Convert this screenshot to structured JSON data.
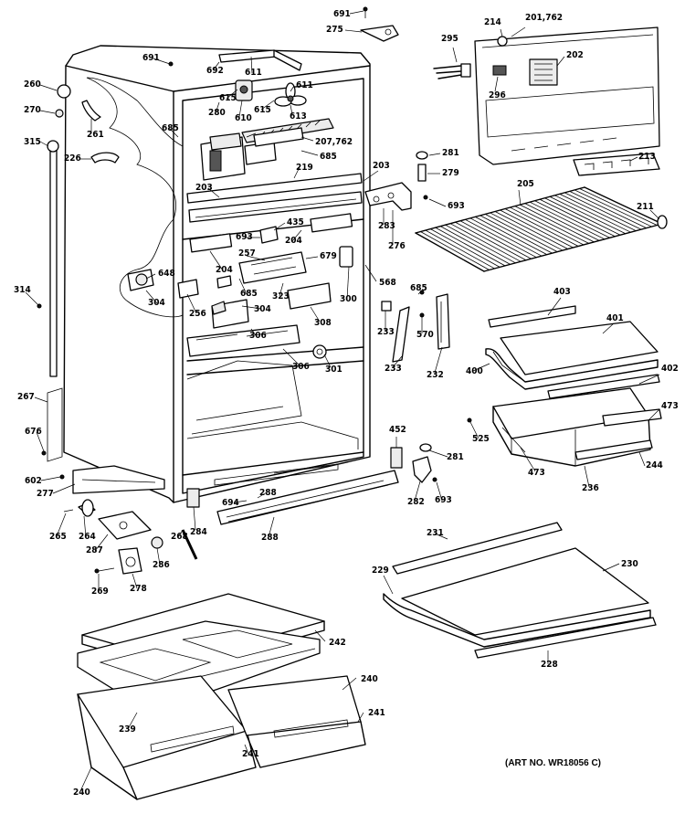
{
  "art_number": "(ART NO. WR18056 C)",
  "callouts": [
    {
      "id": "691a",
      "text": "691"
    },
    {
      "id": "275",
      "text": "275"
    },
    {
      "id": "214",
      "text": "214"
    },
    {
      "id": "201_762",
      "text": "201,762"
    },
    {
      "id": "295",
      "text": "295"
    },
    {
      "id": "202",
      "text": "202"
    },
    {
      "id": "296",
      "text": "296"
    },
    {
      "id": "691b",
      "text": "691"
    },
    {
      "id": "692",
      "text": "692"
    },
    {
      "id": "611a",
      "text": "611"
    },
    {
      "id": "611b",
      "text": "611"
    },
    {
      "id": "260",
      "text": "260"
    },
    {
      "id": "270",
      "text": "270"
    },
    {
      "id": "615a",
      "text": "615"
    },
    {
      "id": "615b",
      "text": "615"
    },
    {
      "id": "610",
      "text": "610"
    },
    {
      "id": "613",
      "text": "613"
    },
    {
      "id": "280",
      "text": "280"
    },
    {
      "id": "261",
      "text": "261"
    },
    {
      "id": "685a",
      "text": "685"
    },
    {
      "id": "207_762",
      "text": "207,762"
    },
    {
      "id": "315",
      "text": "315"
    },
    {
      "id": "226",
      "text": "226"
    },
    {
      "id": "685b",
      "text": "685"
    },
    {
      "id": "281a",
      "text": "281"
    },
    {
      "id": "279",
      "text": "279"
    },
    {
      "id": "213",
      "text": "213"
    },
    {
      "id": "219",
      "text": "219"
    },
    {
      "id": "203a",
      "text": "203"
    },
    {
      "id": "203b",
      "text": "203"
    },
    {
      "id": "693a",
      "text": "693"
    },
    {
      "id": "205",
      "text": "205"
    },
    {
      "id": "211",
      "text": "211"
    },
    {
      "id": "283",
      "text": "283"
    },
    {
      "id": "435",
      "text": "435"
    },
    {
      "id": "276",
      "text": "276"
    },
    {
      "id": "693b",
      "text": "693"
    },
    {
      "id": "204a",
      "text": "204"
    },
    {
      "id": "257",
      "text": "257"
    },
    {
      "id": "679",
      "text": "679"
    },
    {
      "id": "204b",
      "text": "204"
    },
    {
      "id": "648",
      "text": "648"
    },
    {
      "id": "568",
      "text": "568"
    },
    {
      "id": "314",
      "text": "314"
    },
    {
      "id": "685c",
      "text": "685"
    },
    {
      "id": "685d",
      "text": "685"
    },
    {
      "id": "323",
      "text": "323"
    },
    {
      "id": "403",
      "text": "403"
    },
    {
      "id": "304a",
      "text": "304"
    },
    {
      "id": "256",
      "text": "256"
    },
    {
      "id": "304b",
      "text": "304"
    },
    {
      "id": "300",
      "text": "300"
    },
    {
      "id": "233a",
      "text": "233"
    },
    {
      "id": "570",
      "text": "570"
    },
    {
      "id": "401",
      "text": "401"
    },
    {
      "id": "308",
      "text": "308"
    },
    {
      "id": "306a",
      "text": "306"
    },
    {
      "id": "233b",
      "text": "233"
    },
    {
      "id": "232",
      "text": "232"
    },
    {
      "id": "400",
      "text": "400"
    },
    {
      "id": "402",
      "text": "402"
    },
    {
      "id": "306b",
      "text": "306"
    },
    {
      "id": "301",
      "text": "301"
    },
    {
      "id": "267",
      "text": "267"
    },
    {
      "id": "473a",
      "text": "473"
    },
    {
      "id": "676",
      "text": "676"
    },
    {
      "id": "452",
      "text": "452"
    },
    {
      "id": "525",
      "text": "525"
    },
    {
      "id": "281b",
      "text": "281"
    },
    {
      "id": "473b",
      "text": "473"
    },
    {
      "id": "244",
      "text": "244"
    },
    {
      "id": "602",
      "text": "602"
    },
    {
      "id": "277",
      "text": "277"
    },
    {
      "id": "236",
      "text": "236"
    },
    {
      "id": "288a",
      "text": "288"
    },
    {
      "id": "694",
      "text": "694"
    },
    {
      "id": "282",
      "text": "282"
    },
    {
      "id": "693c",
      "text": "693"
    },
    {
      "id": "265",
      "text": "265"
    },
    {
      "id": "264",
      "text": "264"
    },
    {
      "id": "284",
      "text": "284"
    },
    {
      "id": "288b",
      "text": "288"
    },
    {
      "id": "287",
      "text": "287"
    },
    {
      "id": "268",
      "text": "268"
    },
    {
      "id": "231",
      "text": "231"
    },
    {
      "id": "230",
      "text": "230"
    },
    {
      "id": "229",
      "text": "229"
    },
    {
      "id": "286",
      "text": "286"
    },
    {
      "id": "269",
      "text": "269"
    },
    {
      "id": "278",
      "text": "278"
    },
    {
      "id": "228",
      "text": "228"
    },
    {
      "id": "242",
      "text": "242"
    },
    {
      "id": "240a",
      "text": "240"
    },
    {
      "id": "239",
      "text": "239"
    },
    {
      "id": "241a",
      "text": "241"
    },
    {
      "id": "241b",
      "text": "241"
    },
    {
      "id": "240b",
      "text": "240"
    }
  ]
}
